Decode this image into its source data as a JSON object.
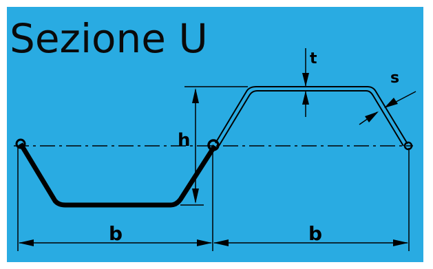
{
  "title": "Sezione U",
  "labels": {
    "h": "h",
    "t": "t",
    "s": "s",
    "b_left": "b",
    "b_right": "b"
  },
  "colors": {
    "background": "#29ABE2",
    "ink": "#000000",
    "outer_border": "#ffffff"
  }
}
